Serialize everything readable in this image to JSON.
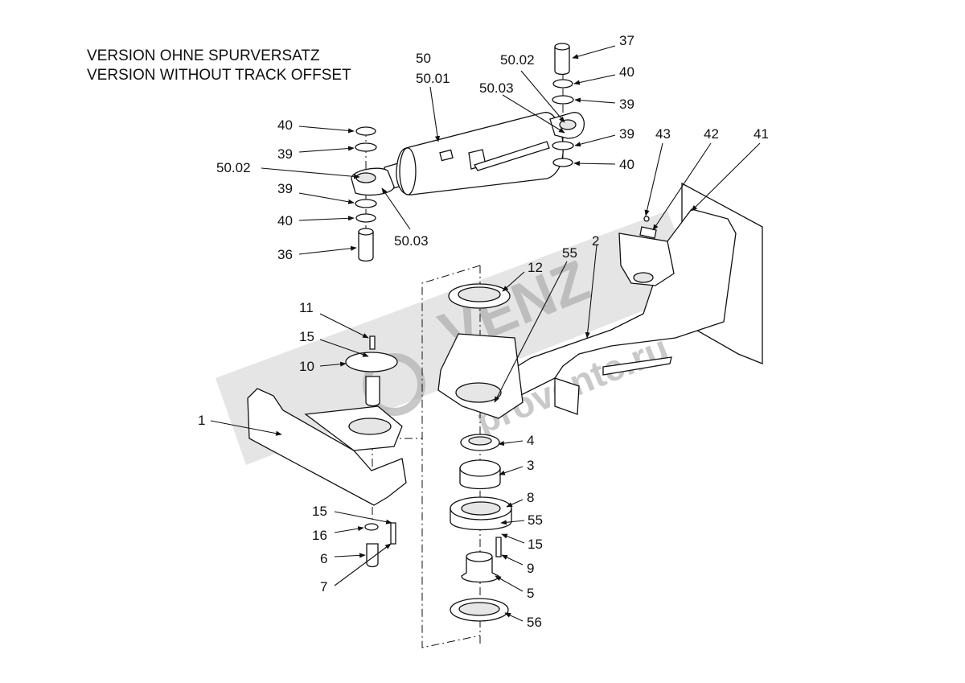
{
  "title": {
    "line1": "VERSION OHNE SPURVERSATZ",
    "line2": "VERSION WITHOUT TRACK OFFSET"
  },
  "labels": {
    "l50": "50",
    "l5001": "50.01",
    "l5002a": "50.02",
    "l5003a": "50.03",
    "l37": "37",
    "l40a": "40",
    "l39a": "39",
    "l39b": "39",
    "l40b": "40",
    "l43": "43",
    "l42": "42",
    "l41": "41",
    "l40c": "40",
    "l39c": "39",
    "l5002b": "50.02",
    "l39d": "39",
    "l40d": "40",
    "l36": "36",
    "l5003b": "50.03",
    "l12": "12",
    "l55a": "55",
    "l2": "2",
    "l11": "11",
    "l15a": "15",
    "l10": "10",
    "l1": "1",
    "l4": "4",
    "l3": "3",
    "l8": "8",
    "l55b": "55",
    "l15b": "15",
    "l9": "9",
    "l5": "5",
    "l56": "56",
    "l15c": "15",
    "l16": "16",
    "l6": "6",
    "l7": "7"
  },
  "watermark": {
    "text1": "VENZ",
    "text2": "provente.ru",
    "color": "#bdbdbd"
  }
}
